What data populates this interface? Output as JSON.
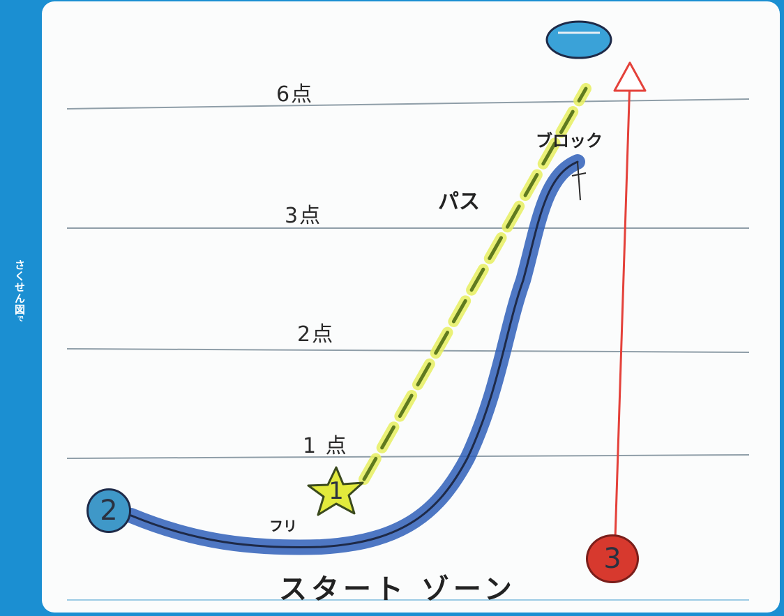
{
  "sidebar": {
    "label": "さくせん図",
    "suffix": "で"
  },
  "diagram": {
    "score_lines": [
      {
        "label": "6点"
      },
      {
        "label": "3点"
      },
      {
        "label": "2点"
      },
      {
        "label": "1 点"
      }
    ],
    "labels": {
      "pass": "パス",
      "block": "ブロック",
      "fake": "フリ",
      "start_zone": "スタート ゾーン"
    },
    "players": {
      "p1": "1",
      "p2": "2",
      "p3": "3"
    },
    "colors": {
      "field_line": "#8f9ea8",
      "run_path": "#2f5fb8",
      "pass_path": "#5f7a1f",
      "pass_highlight": "#e8f060",
      "red_path": "#e4413a",
      "player1": "#e2ea3c",
      "player2": "#3f98c8",
      "player3": "#d7392e",
      "ball": "#3aa2d8"
    }
  }
}
